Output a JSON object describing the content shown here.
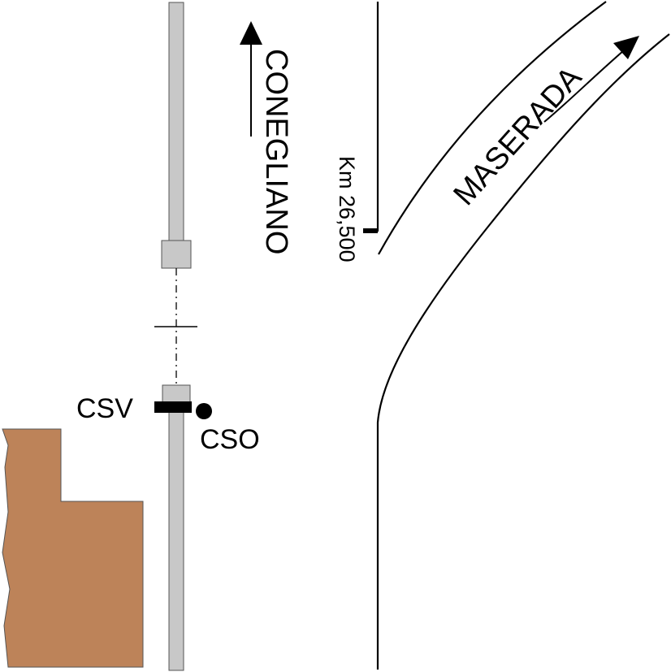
{
  "labels": {
    "direction_left": "CONEGLIANO",
    "direction_right": "MASERADA",
    "kilometer": "Km 26,500",
    "signal_csv": "CSV",
    "signal_cso": "CSO"
  },
  "colors": {
    "line": "#000000",
    "track": "#c8c8c8",
    "track_border": "#555555",
    "building": "#bd8359",
    "background": "#ffffff"
  },
  "icons": {
    "direction_arrow": "arrow-up-icon",
    "curved_arrow": "arrow-up-right-icon",
    "cso_signal": "filled-circle-icon",
    "csv_signal": "black-bar-icon"
  }
}
